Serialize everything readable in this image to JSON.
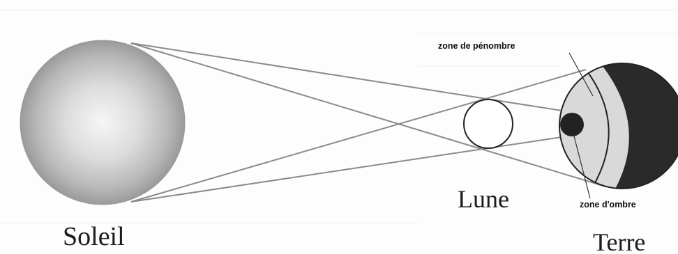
{
  "labels": {
    "soleil": "Soleil",
    "lune": "Lune",
    "terre": "Terre",
    "penombre": "zone de pénombre",
    "ombre": "zone d'ombre"
  },
  "colors": {
    "ray": "#8a8a8a",
    "outline": "#222222",
    "earth_night": "#2a2a2a",
    "penumbra_fill": "#d9d9d9",
    "umbra_fill": "#222222"
  }
}
